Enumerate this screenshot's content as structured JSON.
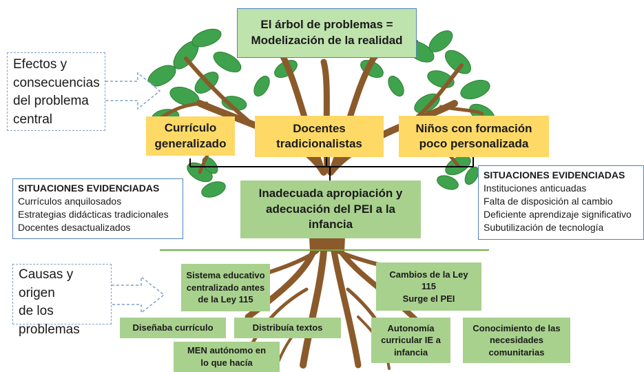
{
  "title": {
    "line1": "El árbol de problemas =",
    "line2": "Modelización de la realidad"
  },
  "effects_label": [
    "Efectos y",
    "consecuencias",
    "del problema",
    "central"
  ],
  "causes_label": [
    "Causas y origen",
    "de los",
    "problemas"
  ],
  "effects": [
    {
      "line1": "Currículo",
      "line2": "generalizado"
    },
    {
      "line1": "Docentes",
      "line2": "tradicionalistas"
    },
    {
      "line1": "Niños con formación",
      "line2": "poco personalizada"
    }
  ],
  "central_problem": [
    "Inadecuada apropiación y",
    "adecuación del PEI a la",
    "infancia"
  ],
  "situations_left": {
    "heading": "SITUACIONES EVIDENCIADAS",
    "items": [
      "Currículos anquilosados",
      "Estrategias didácticas tradicionales",
      "Docentes desactualizados"
    ]
  },
  "situations_right": {
    "heading": "SITUACIONES EVIDENCIADAS",
    "items": [
      "Instituciones anticuadas",
      "Falta de disposición al cambio",
      "Deficiente aprendizaje significativo",
      "Subutilización de tecnología"
    ]
  },
  "causes": {
    "sistema": [
      "Sistema educativo",
      "centralizado antes",
      "de la Ley 115"
    ],
    "disenaba": "Diseñaba currículo",
    "distribuia": "Distribuía textos",
    "men": [
      "MEN autónomo en",
      "lo que hacía"
    ],
    "cambios": [
      "Cambios de la Ley",
      "115",
      "Surge el PEI"
    ],
    "autonomia": [
      "Autonomía",
      "curricular IE a",
      "infancia"
    ],
    "conocimiento": [
      "Conocimiento de las",
      "necesidades",
      "comunitarias"
    ]
  },
  "colors": {
    "effect_fill": "#ffd966",
    "central_fill": "#a9d18e",
    "title_fill": "#bfe3ad",
    "border_blue": "#4f81bd",
    "trunk": "#8b5a2b",
    "leaf": "#3fa34d"
  }
}
